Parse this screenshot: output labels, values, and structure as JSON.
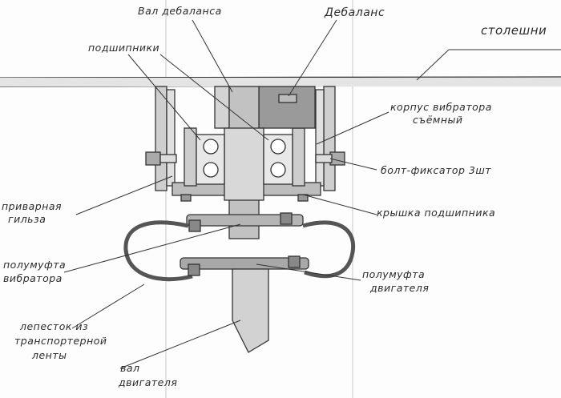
{
  "labels": {
    "debalance_shaft": "Вал дебаланса",
    "debalance": "Дебаланс",
    "tabletop": "столешни",
    "bearings": "подшипники",
    "housing_1": "корпус вибратора",
    "housing_2": "съёмный",
    "fixing_bolt": "болт-фиксатор 3шт",
    "sleeve_1": "приварная",
    "sleeve_2": "гильза",
    "bearing_cap": "крышка подшипника",
    "vib_coupling_1": "полумуфта",
    "vib_coupling_2": "вибратора",
    "motor_coupling_1": "полумуфта",
    "motor_coupling_2": "двигателя",
    "petal_1": "лепесток из",
    "petal_2": "транспортерной",
    "petal_3": "ленты",
    "motor_shaft_1": "вал",
    "motor_shaft_2": "двигателя"
  }
}
